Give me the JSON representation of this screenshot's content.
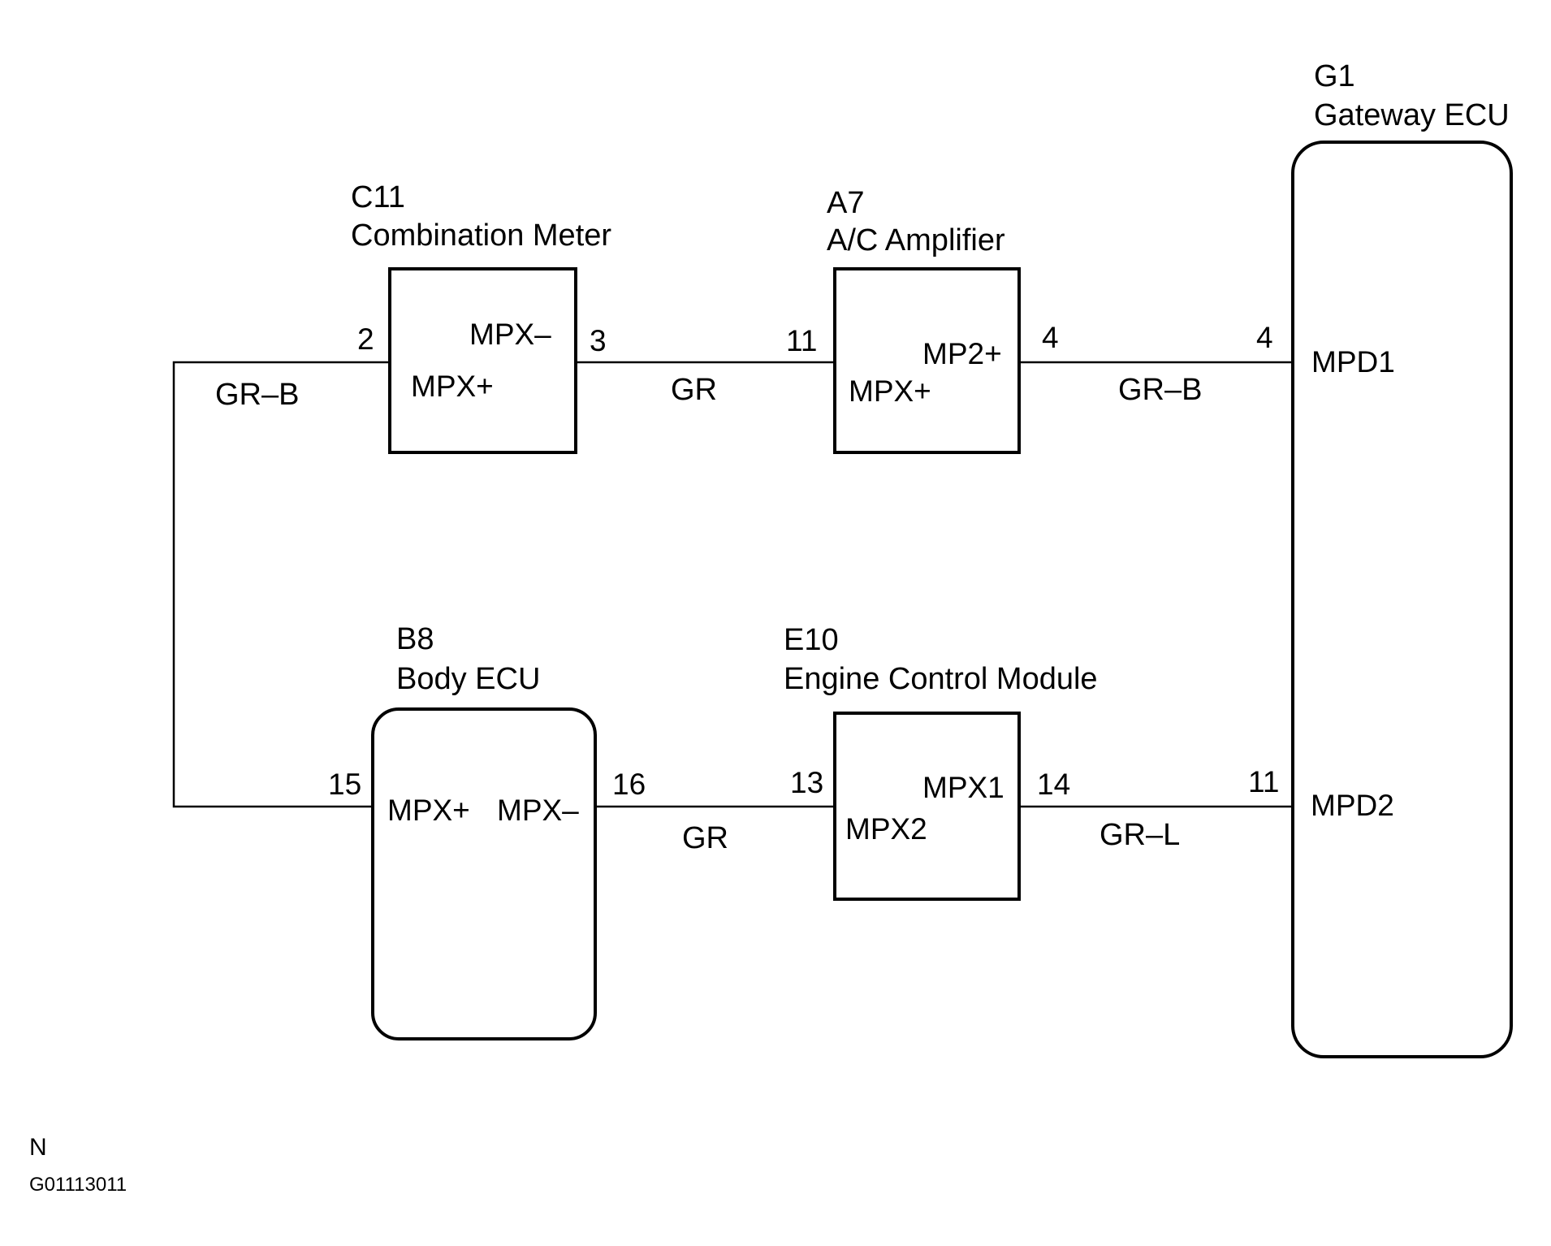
{
  "diagram": {
    "components": {
      "c11": {
        "code": "C11",
        "name": "Combination Meter",
        "terminals": [
          {
            "pin": "2",
            "signal": "MPX+"
          },
          {
            "pin": "3",
            "signal": "MPX–"
          }
        ]
      },
      "a7": {
        "code": "A7",
        "name": "A/C Amplifier",
        "terminals": [
          {
            "pin": "11",
            "signal": "MPX+"
          },
          {
            "pin": "4",
            "signal": "MP2+"
          }
        ]
      },
      "g1": {
        "code": "G1",
        "name": "Gateway ECU",
        "terminals": [
          {
            "pin": "4",
            "signal": "MPD1"
          },
          {
            "pin": "11",
            "signal": "MPD2"
          }
        ]
      },
      "b8": {
        "code": "B8",
        "name": "Body ECU",
        "terminals": [
          {
            "pin": "15",
            "signal": "MPX+"
          },
          {
            "pin": "16",
            "signal": "MPX–"
          }
        ]
      },
      "e10": {
        "code": "E10",
        "name": "Engine Control Module",
        "terminals": [
          {
            "pin": "13",
            "signal": "MPX2"
          },
          {
            "pin": "14",
            "signal": "MPX1"
          }
        ]
      }
    },
    "wires": {
      "b8_c11": {
        "color": "GR–B"
      },
      "c11_a7": {
        "color": "GR"
      },
      "a7_g1": {
        "color": "GR–B"
      },
      "b8_e10": {
        "color": "GR"
      },
      "e10_g1": {
        "color": "GR–L"
      }
    },
    "footer": {
      "north_mark": "N",
      "figure_id": "G01113011"
    }
  }
}
